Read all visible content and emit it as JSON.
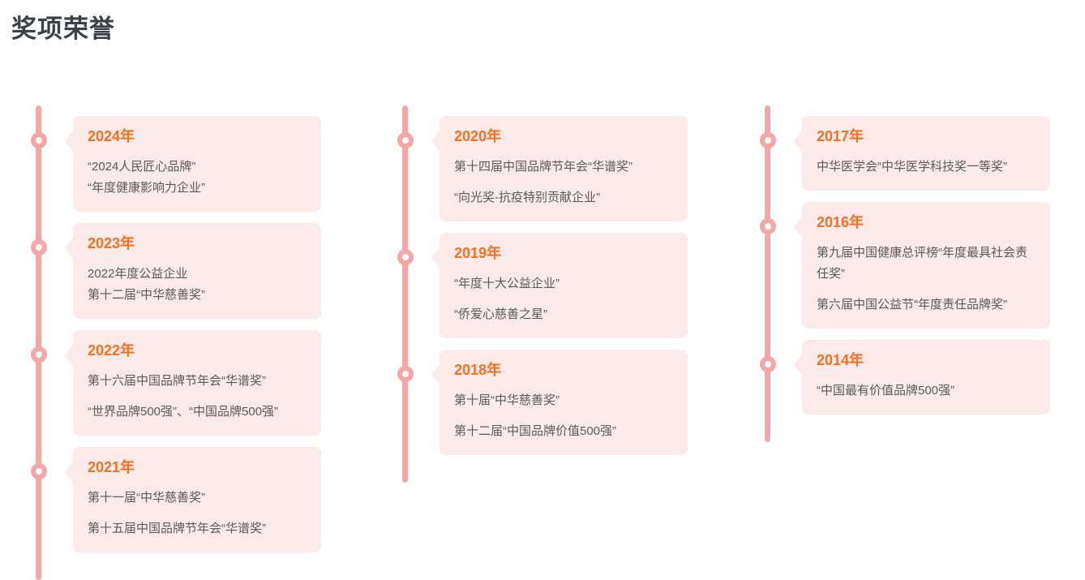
{
  "page": {
    "title": "奖项荣誉"
  },
  "colors": {
    "accent_orange": "#f3711f",
    "rail_pink": "#f5a6a6",
    "card_background": "#fce9e9",
    "title_text": "#3b4148",
    "body_text": "#5a5a5a"
  },
  "timeline": {
    "columns": [
      {
        "items": [
          {
            "year": "2024年",
            "awards": [
              "“2024人民匠心品牌”\n“年度健康影响力企业”"
            ]
          },
          {
            "year": "2023年",
            "awards": [
              "2022年度公益企业\n第十二届“中华慈善奖”"
            ]
          },
          {
            "year": "2022年",
            "awards": [
              "第十六届中国品牌节年会“华谱奖”",
              "“世界品牌500强”、“中国品牌500强”"
            ]
          },
          {
            "year": "2021年",
            "awards": [
              "第十一届“中华慈善奖”",
              "第十五届中国品牌节年会“华谱奖”"
            ]
          }
        ]
      },
      {
        "items": [
          {
            "year": "2020年",
            "awards": [
              "第十四届中国品牌节年会“华谱奖”",
              "“向光奖-抗疫特别贡献企业”"
            ]
          },
          {
            "year": "2019年",
            "awards": [
              "“年度十大公益企业”",
              "“侨爱心慈善之星”"
            ]
          },
          {
            "year": "2018年",
            "awards": [
              "第十届“中华慈善奖”",
              "第十二届“中国品牌价值500强”"
            ]
          }
        ]
      },
      {
        "items": [
          {
            "year": "2017年",
            "awards": [
              "中华医学会“中华医学科技奖一等奖”"
            ]
          },
          {
            "year": "2016年",
            "awards": [
              "第九届中国健康总评榜“年度最具社会责任奖”",
              "第六届中国公益节“年度责任品牌奖”"
            ]
          },
          {
            "year": "2014年",
            "awards": [
              "“中国最有价值品牌500强”"
            ]
          }
        ]
      }
    ]
  }
}
